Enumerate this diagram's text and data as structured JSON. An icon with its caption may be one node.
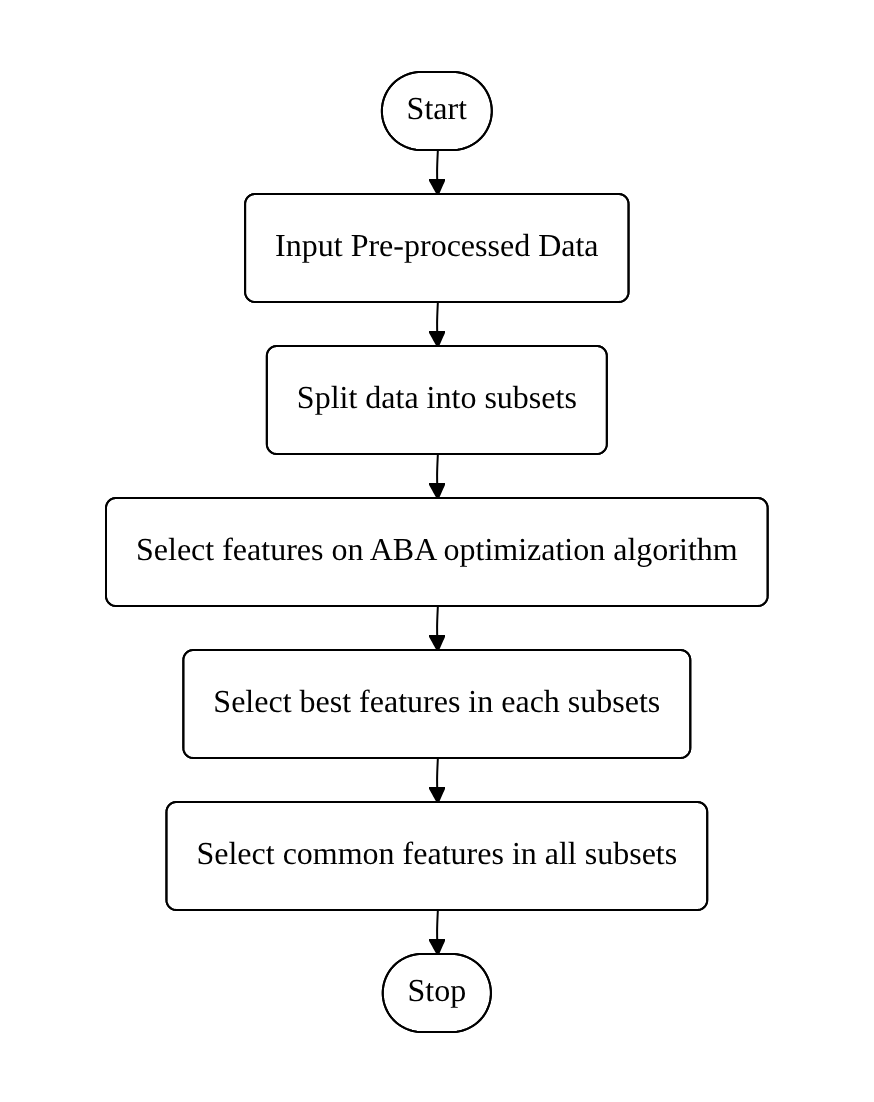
{
  "diagram": {
    "nodes": [
      {
        "text": [
          "Start"
        ]
      },
      {
        "text": [
          "Input Pre-processed Data"
        ]
      },
      {
        "text": [
          "Split data into subsets"
        ]
      },
      {
        "text": [
          "Select features on ABA optimization algorithm"
        ]
      },
      {
        "text": [
          "Select best features in each subsets"
        ]
      },
      {
        "text": [
          "Select common features in all subsets"
        ]
      },
      {
        "text": [
          "Stop"
        ]
      }
    ],
    "edges": [
      {
        "from": 0,
        "to": 1,
        "arrow": "to"
      },
      {
        "from": 1,
        "to": 2,
        "arrow": "to"
      },
      {
        "from": 2,
        "to": 3,
        "arrow": "to"
      },
      {
        "from": 3,
        "to": 4,
        "arrow": "to"
      },
      {
        "from": 4,
        "to": 5,
        "arrow": "to"
      },
      {
        "from": 5,
        "to": 6,
        "arrow": "to"
      }
    ]
  }
}
